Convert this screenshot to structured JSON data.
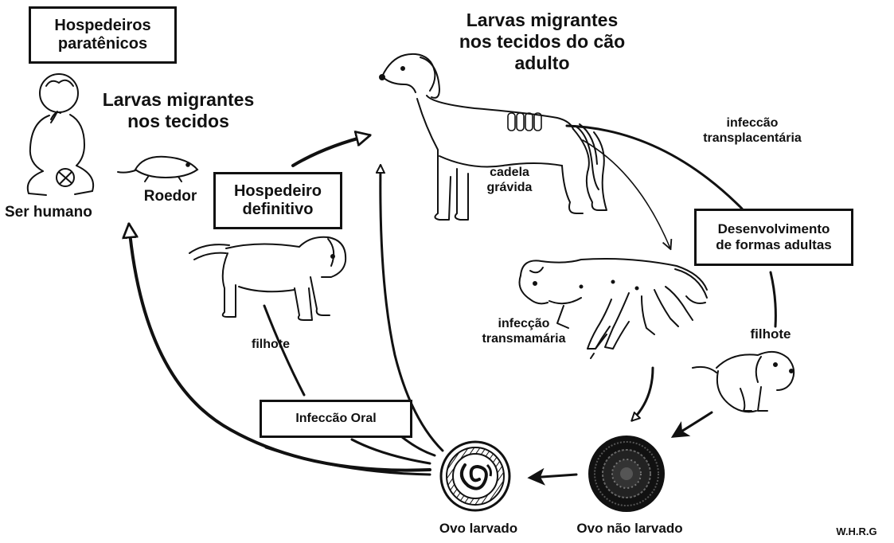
{
  "labels": {
    "paratenic_hosts": [
      "Hospedeiros",
      "paratênicos"
    ],
    "larvae_tissues": [
      "Larvas migrantes",
      "nos tecidos"
    ],
    "larvae_adult_dog": [
      "Larvas migrantes",
      "nos tecidos do cão",
      "adulto"
    ],
    "human": "Ser humano",
    "rodent": "Roedor",
    "definitive_host": [
      "Hospedeiro",
      "definitivo"
    ],
    "pregnant_bitch": [
      "cadela",
      "grávida"
    ],
    "transplacental": [
      "infeccão",
      "transplacentária"
    ],
    "adult_forms": [
      "Desenvolvimento",
      "de formas adultas"
    ],
    "puppy_left": "filhote",
    "puppy_right": "filhote",
    "transmammary": [
      "infecção",
      "transmamária"
    ],
    "oral_infection": "Infeccão Oral",
    "larvated_egg": "Ovo larvado",
    "unlarvated_egg": "Ovo não larvado",
    "credit": "W.H.R.G"
  },
  "icons": [
    "human-child-icon",
    "rodent-icon",
    "adult-dog-icon",
    "puppy-icon",
    "nursing-dog-icon",
    "sitting-puppy-icon",
    "larvated-egg-icon",
    "unlarvated-egg-icon"
  ]
}
